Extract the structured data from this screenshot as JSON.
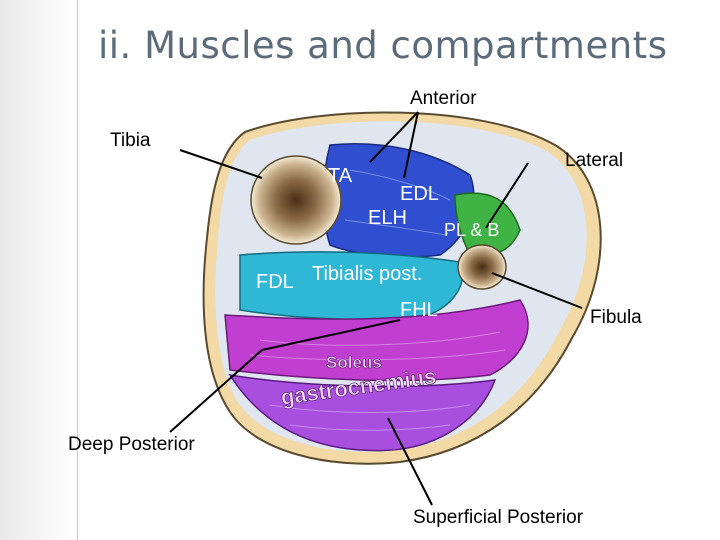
{
  "title": "ii. Muscles and compartments",
  "labels": {
    "anterior": "Anterior",
    "tibia": "Tibia",
    "lateral": "Lateral",
    "fibula": "Fibula",
    "deep_posterior": "Deep Posterior",
    "superficial_posterior": "Superficial Posterior"
  },
  "muscles": {
    "ta": "TA",
    "edl": "EDL",
    "elh": "ELH",
    "pl_b": "PL & B",
    "fdl": "FDL",
    "tibialis_post": "Tibialis post.",
    "fhl": "FHL",
    "soleus": "Soleus",
    "gastrocnemius": "gastrocnemius"
  },
  "colors": {
    "skin": "#f2d9a6",
    "anterior": "#2f4fd0",
    "lateral": "#3fb444",
    "deep": "#2fb7d6",
    "soleus": "#c03fd0",
    "gastrocnemius": "#a84fe0",
    "bone": "#8a6a48"
  }
}
